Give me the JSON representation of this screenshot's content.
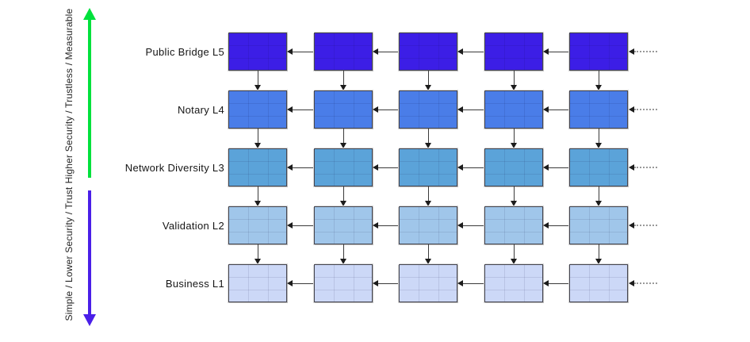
{
  "diagram": {
    "axis_up": {
      "label": "Higher Security / Trustless / Measurable",
      "color": "#00e13c"
    },
    "axis_down": {
      "label": "Simple / Lower Security / Trust",
      "color": "#4a1fe8"
    },
    "rows": [
      {
        "label": "Public Bridge L5",
        "color": "#3c1ee6"
      },
      {
        "label": "Notary L4",
        "color": "#4a7de8"
      },
      {
        "label": "Network Diversity L3",
        "color": "#5ba3d9"
      },
      {
        "label": "Validation L2",
        "color": "#a0c6ea"
      },
      {
        "label": "Business L1",
        "color": "#ccd8f7"
      }
    ],
    "columns_per_row": 5,
    "connector_color": "#1c1c1c",
    "continuation_line_style": "dotted"
  }
}
